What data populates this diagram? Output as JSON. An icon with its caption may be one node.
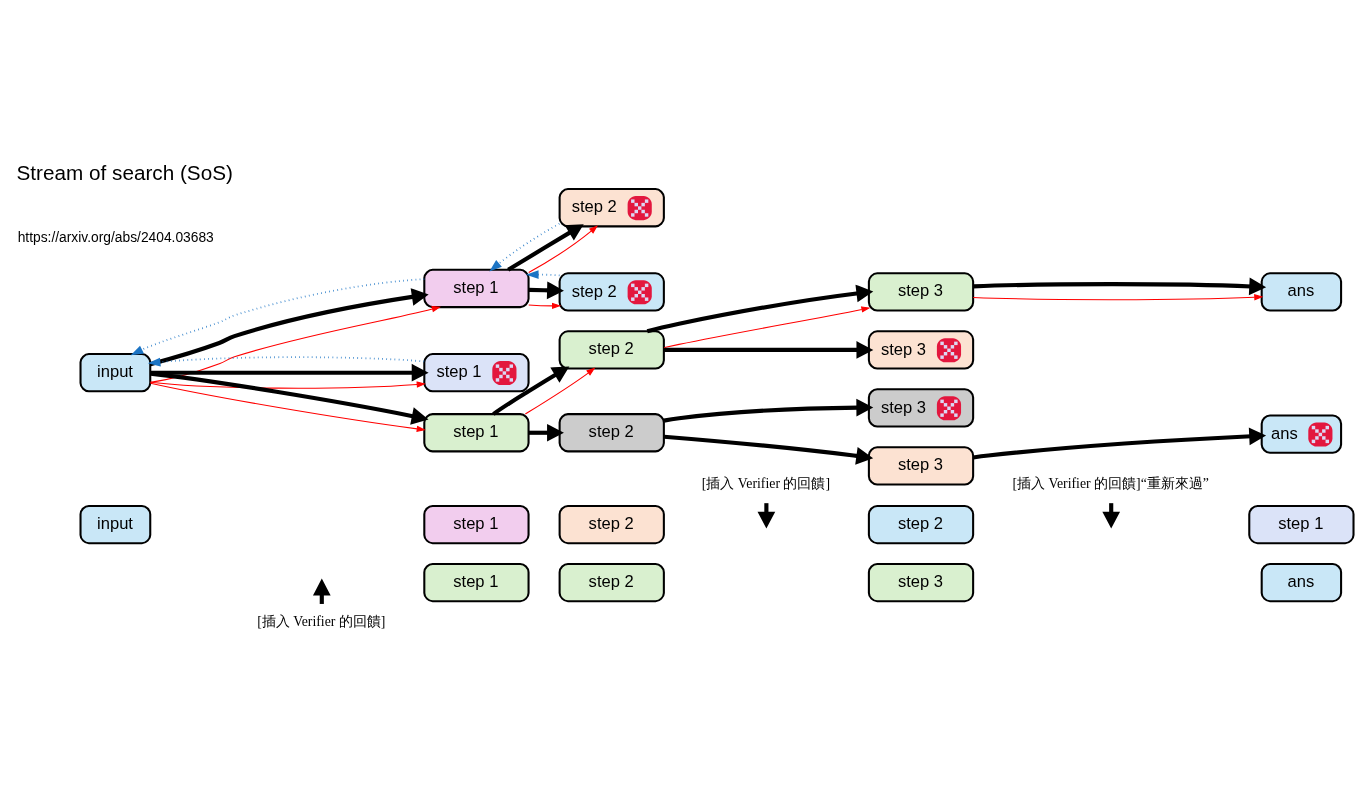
{
  "diagram": {
    "title": "Stream of search (SoS)",
    "nodes": [
      {
        "text": [
          "input"
        ]
      },
      {
        "text": [
          "step 1"
        ]
      },
      {
        "text": [
          "step 1"
        ]
      },
      {
        "text": [
          "step 1"
        ]
      },
      {
        "text": [
          "step 2"
        ]
      },
      {
        "text": [
          "step 2"
        ]
      },
      {
        "text": [
          "step 2"
        ]
      },
      {
        "text": [
          "step 2"
        ]
      },
      {
        "text": [
          "step 3"
        ]
      },
      {
        "text": [
          "step 3"
        ]
      },
      {
        "text": [
          "step 3"
        ]
      },
      {
        "text": [
          "step 3"
        ]
      },
      {
        "text": [
          "ans"
        ]
      },
      {
        "text": [
          "ans"
        ]
      },
      {
        "text": [
          "[插入 Verifier 的回饋]"
        ]
      },
      {
        "text": [
          "[插入 Verifier 的回饋]“重新來過”"
        ]
      },
      {
        "text": [
          "input"
        ]
      },
      {
        "text": [
          "step 1"
        ]
      },
      {
        "text": [
          "step 2"
        ]
      },
      {
        "text": [
          "step 2"
        ]
      },
      {
        "text": [
          "step 1"
        ]
      },
      {
        "text": [
          "step 1"
        ]
      },
      {
        "text": [
          "step 2"
        ]
      },
      {
        "text": [
          "step 3"
        ]
      },
      {
        "text": [
          "ans"
        ]
      },
      {
        "text": [
          "[插入 Verifier 的回饋]"
        ]
      }
    ],
    "edges": [
      {
        "from": 0,
        "to": 1,
        "arrow": "to",
        "color": "#ff0000"
      },
      {
        "from": 0,
        "to": 1,
        "arrow": "to"
      },
      {
        "from": 1,
        "to": 0,
        "arrow": "to",
        "style": "dashed",
        "color": "#1c74c4"
      },
      {
        "from": 0,
        "to": 2,
        "arrow": "to",
        "color": "#ff0000"
      },
      {
        "from": 0,
        "to": 2,
        "arrow": "to"
      },
      {
        "from": 2,
        "to": 0,
        "arrow": "to",
        "style": "dashed",
        "color": "#1c74c4"
      },
      {
        "from": 0,
        "to": 3,
        "arrow": "to",
        "color": "#ff0000"
      },
      {
        "from": 0,
        "to": 3,
        "arrow": "to"
      },
      {
        "from": 1,
        "to": 4,
        "arrow": "to",
        "color": "#ff0000"
      },
      {
        "from": 1,
        "to": 4,
        "arrow": "to"
      },
      {
        "from": 4,
        "to": 1,
        "arrow": "to",
        "style": "dashed",
        "color": "#1c74c4"
      },
      {
        "from": 1,
        "to": 5,
        "arrow": "to",
        "color": "#ff0000"
      },
      {
        "from": 1,
        "to": 5,
        "arrow": "to"
      },
      {
        "from": 5,
        "to": 1,
        "arrow": "to",
        "style": "dashed",
        "color": "#1c74c4"
      },
      {
        "from": 3,
        "to": 6,
        "arrow": "to",
        "color": "#ff0000"
      },
      {
        "from": 3,
        "to": 6,
        "arrow": "to"
      },
      {
        "from": 3,
        "to": 7,
        "arrow": "to"
      },
      {
        "from": 6,
        "to": 8,
        "arrow": "to",
        "color": "#ff0000"
      },
      {
        "from": 6,
        "to": 8,
        "arrow": "to"
      },
      {
        "from": 6,
        "to": 9,
        "arrow": "to"
      },
      {
        "from": 7,
        "to": 10,
        "arrow": "to"
      },
      {
        "from": 7,
        "to": 11,
        "arrow": "to"
      },
      {
        "from": 8,
        "to": 12,
        "arrow": "to",
        "color": "#ff0000"
      },
      {
        "from": 8,
        "to": 12,
        "arrow": "to"
      },
      {
        "from": 11,
        "to": 13,
        "arrow": "to"
      },
      {
        "from": 14,
        "to": null,
        "arrow": "to"
      },
      {
        "from": 15,
        "to": null,
        "arrow": "to"
      },
      {
        "from": 25,
        "to": null,
        "arrow": "to"
      }
    ],
    "labels": [
      "https://arxiv.org/abs/2404.03683"
    ]
  }
}
